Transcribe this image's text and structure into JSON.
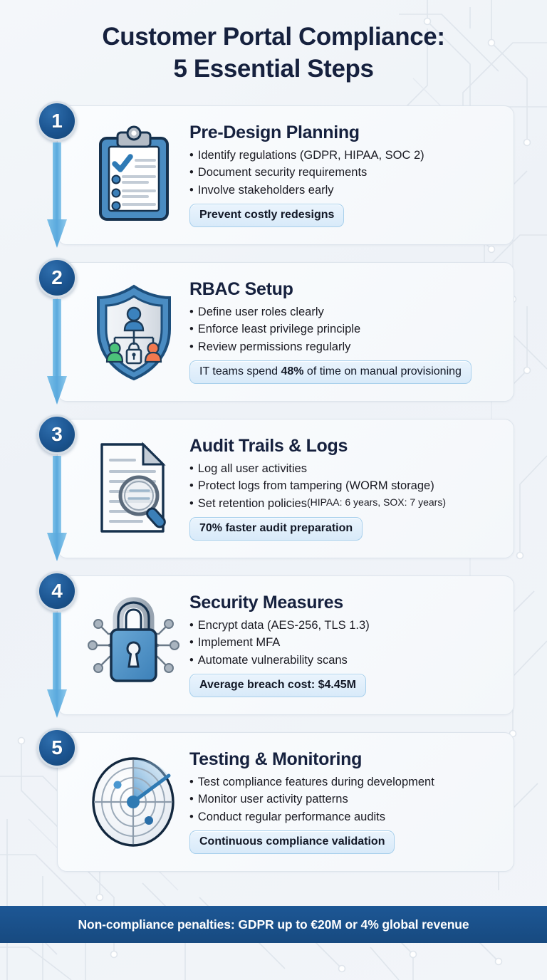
{
  "title": {
    "line1": "Customer Portal Compliance:",
    "line2": "5 Essential Steps"
  },
  "colors": {
    "badge_blue": "#1b5490",
    "title_navy": "#16213e",
    "arrow_blue": "#5aa9dd",
    "pill_border": "#a8d0ec",
    "footer_blue": "#1d5795",
    "card_border": "#dde4ec",
    "accent_green": "#4cc27a",
    "accent_orange": "#f2794f"
  },
  "steps": [
    {
      "number": "1",
      "title": "Pre-Design Planning",
      "icon": "clipboard-checklist-icon",
      "bullets": [
        {
          "text": "Identify regulations (GDPR, HIPAA, SOC 2)"
        },
        {
          "text": "Document security requirements"
        },
        {
          "text": "Involve stakeholders early"
        }
      ],
      "pill": {
        "prefix": "",
        "bold": "",
        "suffix": "",
        "full": "Prevent costly redesigns"
      }
    },
    {
      "number": "2",
      "title": "RBAC Setup",
      "icon": "shield-user-roles-icon",
      "bullets": [
        {
          "text": "Define user roles clearly"
        },
        {
          "text": "Enforce least privilege principle"
        },
        {
          "text": "Review permissions regularly"
        }
      ],
      "pill": {
        "prefix": "IT teams spend ",
        "bold": "48%",
        "suffix": " of time on manual provisioning",
        "full": "IT teams spend 48% of time on manual provisioning"
      }
    },
    {
      "number": "3",
      "title": "Audit Trails & Logs",
      "icon": "document-magnifier-icon",
      "bullets": [
        {
          "text": "Log all user activities"
        },
        {
          "text": "Protect logs from tampering (WORM storage)"
        },
        {
          "text": "Set retention policies ",
          "small": "(HIPAA: 6 years, SOX: 7 years)"
        }
      ],
      "pill": {
        "prefix": "",
        "bold": "",
        "suffix": "",
        "full": "70% faster audit preparation"
      }
    },
    {
      "number": "4",
      "title": "Security Measures",
      "icon": "padlock-circuit-icon",
      "bullets": [
        {
          "text": "Encrypt data (AES-256, TLS 1.3)"
        },
        {
          "text": "Implement MFA"
        },
        {
          "text": "Automate vulnerability scans"
        }
      ],
      "pill": {
        "prefix": "",
        "bold": "",
        "suffix": "",
        "full": "Average breach cost: $4.45M"
      }
    },
    {
      "number": "5",
      "title": "Testing & Monitoring",
      "icon": "radar-scope-icon",
      "bullets": [
        {
          "text": "Test compliance features during development"
        },
        {
          "text": "Monitor user activity patterns"
        },
        {
          "text": "Conduct regular performance audits"
        }
      ],
      "pill": {
        "prefix": "",
        "bold": "",
        "suffix": "",
        "full": "Continuous compliance validation"
      }
    }
  ],
  "footer": {
    "text": "Non-compliance penalties: GDPR up to €20M or 4% global revenue"
  }
}
